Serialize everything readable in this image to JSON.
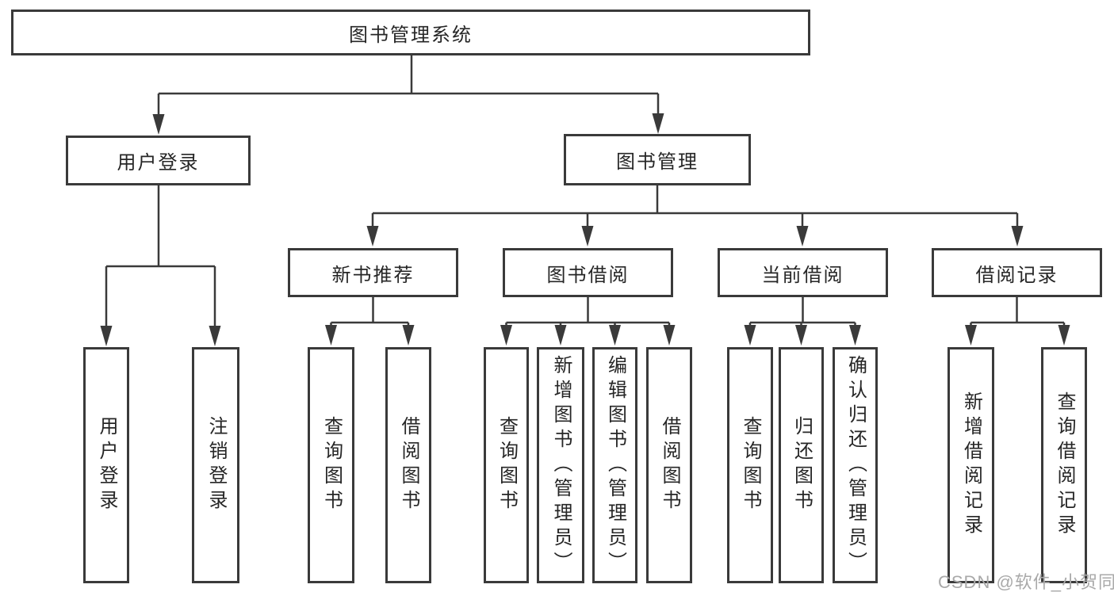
{
  "labels": {
    "root": "图书管理系统",
    "user_login": "用户登录",
    "book_mgmt": "图书管理",
    "new_book_rec": "新书推荐",
    "book_borrow": "图书借阅",
    "current_borrow": "当前借阅",
    "borrow_records": "借阅记录",
    "leaf_user_login": "用户登录",
    "leaf_logout": "注销登录",
    "leaf_query_books_1": "查询图书",
    "leaf_borrow_books_1": "借阅图书",
    "leaf_query_books_2": "查询图书",
    "leaf_add_books_admin": "新增图书（管理员）",
    "leaf_edit_books_admin": "编辑图书（管理员）",
    "leaf_borrow_books_2": "借阅图书",
    "leaf_query_books_3": "查询图书",
    "leaf_return_books": "归还图书",
    "leaf_confirm_return_admin": "确认归还（管理员）",
    "leaf_add_borrow_record": "新增借阅记录",
    "leaf_query_borrow_record": "查询借阅记录"
  },
  "hierarchy": {
    "图书管理系统": {
      "用户登录": [
        "用户登录",
        "注销登录"
      ],
      "图书管理": {
        "新书推荐": [
          "查询图书",
          "借阅图书"
        ],
        "图书借阅": [
          "查询图书",
          "新增图书（管理员）",
          "编辑图书（管理员）",
          "借阅图书"
        ],
        "当前借阅": [
          "查询图书",
          "归还图书",
          "确认归还（管理员）"
        ],
        "借阅记录": [
          "新增借阅记录",
          "查询借阅记录"
        ]
      }
    }
  },
  "watermark": "CSDN @软件_小贺同学",
  "colors": {
    "line": "#3a3a3a",
    "box_border": "#3a3a3a",
    "text": "#262626",
    "watermark_text": "#a9a9a9",
    "background": "#ffffff"
  }
}
